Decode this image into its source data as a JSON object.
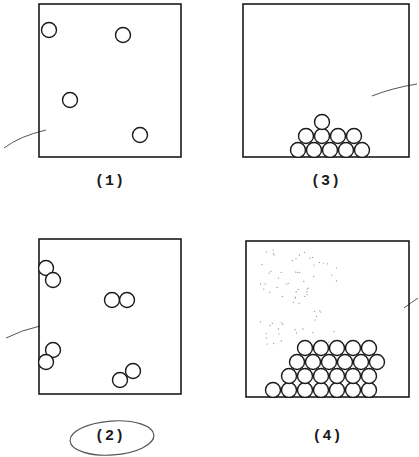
{
  "diagram": {
    "nodes": [
      {
        "text": [
          "(1)"
        ]
      },
      {
        "text": [
          "(3)"
        ]
      },
      {
        "text": [
          "(2)"
        ]
      },
      {
        "text": [
          "(4)"
        ]
      }
    ]
  }
}
